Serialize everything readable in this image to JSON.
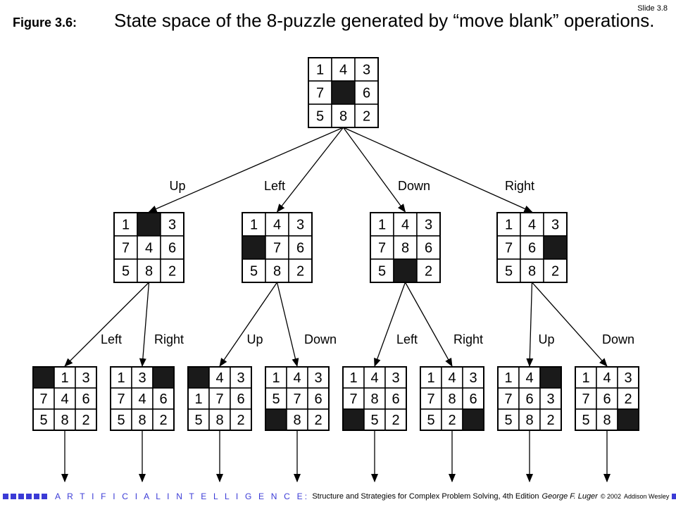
{
  "slide_number": "Slide 3.8",
  "figure_label": "Figure 3.6:",
  "figure_title": "State space of the 8-puzzle generated by “move blank” operations.",
  "tree": {
    "root": {
      "board": [
        "1",
        "4",
        "3",
        "7",
        "",
        "6",
        "5",
        "8",
        "2"
      ]
    },
    "level1": [
      {
        "move": "Up",
        "board": [
          "1",
          "",
          "3",
          "7",
          "4",
          "6",
          "5",
          "8",
          "2"
        ]
      },
      {
        "move": "Left",
        "board": [
          "1",
          "4",
          "3",
          "",
          "7",
          "6",
          "5",
          "8",
          "2"
        ]
      },
      {
        "move": "Down",
        "board": [
          "1",
          "4",
          "3",
          "7",
          "8",
          "6",
          "5",
          "",
          "2"
        ]
      },
      {
        "move": "Right",
        "board": [
          "1",
          "4",
          "3",
          "7",
          "6",
          "",
          "5",
          "8",
          "2"
        ]
      }
    ],
    "level2": [
      {
        "parent": 0,
        "move": "Left",
        "board": [
          "",
          "1",
          "3",
          "7",
          "4",
          "6",
          "5",
          "8",
          "2"
        ]
      },
      {
        "parent": 0,
        "move": "Right",
        "board": [
          "1",
          "3",
          "",
          "7",
          "4",
          "6",
          "5",
          "8",
          "2"
        ]
      },
      {
        "parent": 1,
        "move": "Up",
        "board": [
          "",
          "4",
          "3",
          "1",
          "7",
          "6",
          "5",
          "8",
          "2"
        ]
      },
      {
        "parent": 1,
        "move": "Down",
        "board": [
          "1",
          "4",
          "3",
          "5",
          "7",
          "6",
          "",
          "8",
          "2"
        ]
      },
      {
        "parent": 2,
        "move": "Left",
        "board": [
          "1",
          "4",
          "3",
          "7",
          "8",
          "6",
          "",
          "5",
          "2"
        ]
      },
      {
        "parent": 2,
        "move": "Right",
        "board": [
          "1",
          "4",
          "3",
          "7",
          "8",
          "6",
          "5",
          "2",
          ""
        ]
      },
      {
        "parent": 3,
        "move": "Up",
        "board": [
          "1",
          "4",
          "",
          "7",
          "6",
          "3",
          "5",
          "8",
          "2"
        ]
      },
      {
        "parent": 3,
        "move": "Down",
        "board": [
          "1",
          "4",
          "3",
          "7",
          "6",
          "2",
          "5",
          "8",
          ""
        ]
      }
    ]
  },
  "footer": {
    "brand": "A R T I F I C I A L   I N T E L L I G E N C E:",
    "book": "Structure and Strategies for Complex Problem Solving, 4th Edition",
    "author": "George F. Luger",
    "copyright": "© 2002",
    "publisher": "Addison Wesley"
  },
  "colors": {
    "accent": "#3b3bd6",
    "blank_tile": "#1a1a1a"
  }
}
